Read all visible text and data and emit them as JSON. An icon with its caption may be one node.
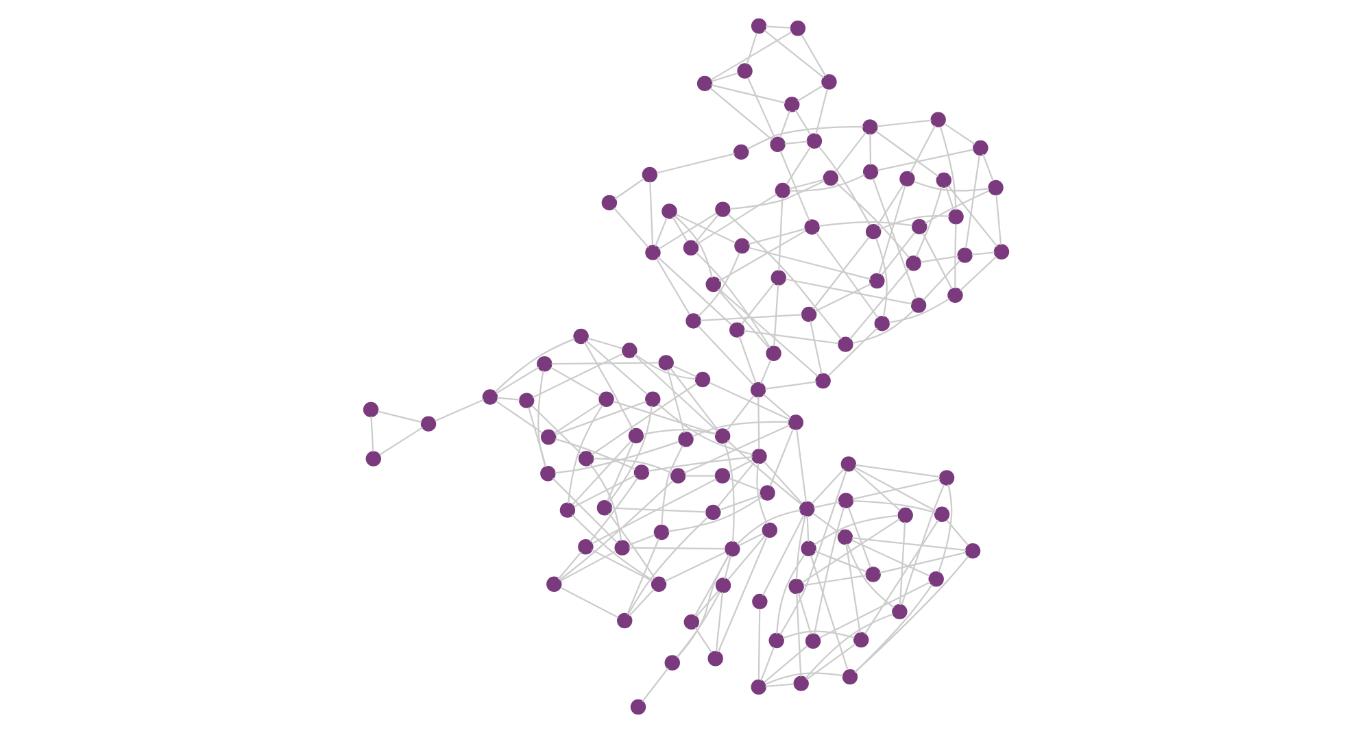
{
  "diagram": {
    "nodes": [
      {
        "text": [],
        "shape": "circle"
      },
      {
        "text": [],
        "shape": "circle"
      },
      {
        "text": [],
        "shape": "circle"
      },
      {
        "text": [],
        "shape": "circle"
      },
      {
        "text": [],
        "shape": "circle"
      },
      {
        "text": [],
        "shape": "circle"
      },
      {
        "text": [],
        "shape": "circle"
      },
      {
        "text": [],
        "shape": "circle"
      },
      {
        "text": [],
        "shape": "circle"
      },
      {
        "text": [],
        "shape": "circle"
      },
      {
        "text": [],
        "shape": "circle"
      },
      {
        "text": [],
        "shape": "circle"
      },
      {
        "text": [],
        "shape": "circle"
      },
      {
        "text": [],
        "shape": "circle"
      },
      {
        "text": [],
        "shape": "circle"
      },
      {
        "text": [],
        "shape": "circle"
      },
      {
        "text": [],
        "shape": "circle"
      },
      {
        "text": [],
        "shape": "circle"
      },
      {
        "text": [],
        "shape": "circle"
      },
      {
        "text": [],
        "shape": "circle"
      },
      {
        "text": [],
        "shape": "circle"
      },
      {
        "text": [],
        "shape": "circle"
      },
      {
        "text": [],
        "shape": "circle"
      },
      {
        "text": [],
        "shape": "circle"
      },
      {
        "text": [],
        "shape": "circle"
      },
      {
        "text": [],
        "shape": "circle"
      },
      {
        "text": [],
        "shape": "circle"
      },
      {
        "text": [],
        "shape": "circle"
      },
      {
        "text": [],
        "shape": "circle"
      },
      {
        "text": [],
        "shape": "circle"
      },
      {
        "text": [],
        "shape": "circle"
      },
      {
        "text": [],
        "shape": "circle"
      },
      {
        "text": [],
        "shape": "circle"
      },
      {
        "text": [],
        "shape": "circle"
      },
      {
        "text": [],
        "shape": "circle"
      },
      {
        "text": [],
        "shape": "circle"
      },
      {
        "text": [],
        "shape": "circle"
      },
      {
        "text": [],
        "shape": "circle"
      },
      {
        "text": [],
        "shape": "circle"
      },
      {
        "text": [],
        "shape": "circle"
      },
      {
        "text": [],
        "shape": "circle"
      },
      {
        "text": [],
        "shape": "circle"
      },
      {
        "text": [],
        "shape": "circle"
      },
      {
        "text": [],
        "shape": "circle"
      },
      {
        "text": [],
        "shape": "circle"
      },
      {
        "text": [],
        "shape": "circle"
      },
      {
        "text": [],
        "shape": "circle"
      },
      {
        "text": [],
        "shape": "circle"
      },
      {
        "text": [],
        "shape": "circle"
      },
      {
        "text": [],
        "shape": "circle"
      },
      {
        "text": [],
        "shape": "circle"
      },
      {
        "text": [],
        "shape": "circle"
      },
      {
        "text": [],
        "shape": "circle"
      },
      {
        "text": [],
        "shape": "circle"
      },
      {
        "text": [],
        "shape": "circle"
      },
      {
        "text": [],
        "shape": "circle"
      },
      {
        "text": [],
        "shape": "circle"
      },
      {
        "text": [],
        "shape": "circle"
      },
      {
        "text": [],
        "shape": "circle"
      },
      {
        "text": [],
        "shape": "circle"
      },
      {
        "text": [],
        "shape": "circle"
      },
      {
        "text": [],
        "shape": "circle"
      },
      {
        "text": [],
        "shape": "circle"
      },
      {
        "text": [],
        "shape": "circle"
      },
      {
        "text": [],
        "shape": "circle"
      },
      {
        "text": [],
        "shape": "circle"
      },
      {
        "text": [],
        "shape": "circle"
      },
      {
        "text": [],
        "shape": "circle"
      },
      {
        "text": [],
        "shape": "circle"
      },
      {
        "text": [],
        "shape": "circle"
      },
      {
        "text": [],
        "shape": "circle"
      },
      {
        "text": [],
        "shape": "circle"
      },
      {
        "text": [],
        "shape": "circle"
      },
      {
        "text": [],
        "shape": "circle"
      },
      {
        "text": [],
        "shape": "circle"
      },
      {
        "text": [],
        "shape": "circle"
      },
      {
        "text": [],
        "shape": "circle"
      },
      {
        "text": [],
        "shape": "circle"
      },
      {
        "text": [],
        "shape": "circle"
      },
      {
        "text": [],
        "shape": "circle"
      },
      {
        "text": [],
        "shape": "circle"
      },
      {
        "text": [],
        "shape": "circle"
      },
      {
        "text": [],
        "shape": "circle"
      },
      {
        "text": [],
        "shape": "circle"
      },
      {
        "text": [],
        "shape": "circle"
      },
      {
        "text": [],
        "shape": "circle"
      },
      {
        "text": [],
        "shape": "circle"
      },
      {
        "text": [],
        "shape": "circle"
      },
      {
        "text": [],
        "shape": "circle"
      },
      {
        "text": [],
        "shape": "circle"
      },
      {
        "text": [],
        "shape": "circle"
      },
      {
        "text": [],
        "shape": "circle"
      },
      {
        "text": [],
        "shape": "circle"
      },
      {
        "text": [],
        "shape": "circle"
      },
      {
        "text": [],
        "shape": "circle"
      },
      {
        "text": [],
        "shape": "circle"
      },
      {
        "text": [],
        "shape": "circle"
      },
      {
        "text": [],
        "shape": "circle"
      },
      {
        "text": [],
        "shape": "circle"
      },
      {
        "text": [],
        "shape": "circle"
      },
      {
        "text": [],
        "shape": "circle"
      },
      {
        "text": [],
        "shape": "circle"
      },
      {
        "text": [],
        "shape": "circle"
      },
      {
        "text": [],
        "shape": "circle"
      },
      {
        "text": [],
        "shape": "circle"
      }
    ],
    "edges": [
      {
        "from": 0,
        "to": 1,
        "arrow": "none"
      },
      {
        "from": 0,
        "to": 5,
        "arrow": "none"
      },
      {
        "from": 1,
        "to": 2,
        "arrow": "none"
      },
      {
        "from": 1,
        "to": 6,
        "arrow": "none"
      },
      {
        "from": 2,
        "to": 3,
        "arrow": "none"
      },
      {
        "from": 2,
        "to": 7,
        "arrow": "none"
      },
      {
        "from": 3,
        "to": 4,
        "arrow": "none"
      },
      {
        "from": 3,
        "to": 8,
        "arrow": "none"
      },
      {
        "from": 4,
        "to": 5,
        "arrow": "none"
      },
      {
        "from": 4,
        "to": 9,
        "arrow": "none"
      },
      {
        "from": 5,
        "to": 6,
        "arrow": "none"
      },
      {
        "from": 5,
        "to": 10,
        "arrow": "none"
      },
      {
        "from": 6,
        "to": 7,
        "arrow": "none"
      },
      {
        "from": 6,
        "to": 11,
        "arrow": "none"
      },
      {
        "from": 7,
        "to": 8,
        "arrow": "none"
      },
      {
        "from": 7,
        "to": 12,
        "arrow": "none"
      },
      {
        "from": 8,
        "to": 9,
        "arrow": "none"
      },
      {
        "from": 8,
        "to": 13,
        "arrow": "none"
      },
      {
        "from": 9,
        "to": 10,
        "arrow": "none"
      },
      {
        "from": 9,
        "to": 14,
        "arrow": "none"
      },
      {
        "from": 10,
        "to": 11,
        "arrow": "none"
      },
      {
        "from": 10,
        "to": 15,
        "arrow": "none"
      },
      {
        "from": 11,
        "to": 12,
        "arrow": "none"
      },
      {
        "from": 11,
        "to": 16,
        "arrow": "none"
      },
      {
        "from": 12,
        "to": 13,
        "arrow": "none"
      },
      {
        "from": 12,
        "to": 17,
        "arrow": "none"
      },
      {
        "from": 13,
        "to": 14,
        "arrow": "none"
      },
      {
        "from": 13,
        "to": 0,
        "arrow": "none"
      },
      {
        "from": 14,
        "to": 15,
        "arrow": "none"
      },
      {
        "from": 14,
        "to": 1,
        "arrow": "none"
      },
      {
        "from": 15,
        "to": 16,
        "arrow": "none"
      },
      {
        "from": 15,
        "to": 2,
        "arrow": "none"
      },
      {
        "from": 16,
        "to": 17,
        "arrow": "none"
      },
      {
        "from": 16,
        "to": 3,
        "arrow": "none"
      },
      {
        "from": 17,
        "to": 0,
        "arrow": "none"
      },
      {
        "from": 17,
        "to": 4,
        "arrow": "none"
      },
      {
        "from": 18,
        "to": 2,
        "arrow": "none"
      },
      {
        "from": 18,
        "to": 6,
        "arrow": "none"
      },
      {
        "from": 18,
        "to": 10,
        "arrow": "none"
      },
      {
        "from": 18,
        "to": 14,
        "arrow": "none"
      },
      {
        "from": 18,
        "to": 17,
        "arrow": "none"
      },
      {
        "from": 19,
        "to": 8,
        "arrow": "none"
      },
      {
        "from": 19,
        "to": 18,
        "arrow": "none"
      },
      {
        "from": 18,
        "to": 20,
        "arrow": "none"
      },
      {
        "from": 18,
        "to": 25,
        "arrow": "none"
      },
      {
        "from": 18,
        "to": 30,
        "arrow": "none"
      },
      {
        "from": 18,
        "to": 50,
        "arrow": "none"
      },
      {
        "from": 20,
        "to": 21,
        "arrow": "none"
      },
      {
        "from": 20,
        "to": 27,
        "arrow": "none"
      },
      {
        "from": 21,
        "to": 22,
        "arrow": "none"
      },
      {
        "from": 21,
        "to": 28,
        "arrow": "none"
      },
      {
        "from": 22,
        "to": 23,
        "arrow": "none"
      },
      {
        "from": 22,
        "to": 29,
        "arrow": "none"
      },
      {
        "from": 23,
        "to": 24,
        "arrow": "none"
      },
      {
        "from": 23,
        "to": 30,
        "arrow": "none"
      },
      {
        "from": 24,
        "to": 25,
        "arrow": "none"
      },
      {
        "from": 24,
        "to": 31,
        "arrow": "none"
      },
      {
        "from": 25,
        "to": 26,
        "arrow": "none"
      },
      {
        "from": 25,
        "to": 32,
        "arrow": "none"
      },
      {
        "from": 26,
        "to": 27,
        "arrow": "none"
      },
      {
        "from": 26,
        "to": 33,
        "arrow": "none"
      },
      {
        "from": 27,
        "to": 28,
        "arrow": "none"
      },
      {
        "from": 27,
        "to": 34,
        "arrow": "none"
      },
      {
        "from": 28,
        "to": 29,
        "arrow": "none"
      },
      {
        "from": 28,
        "to": 35,
        "arrow": "none"
      },
      {
        "from": 29,
        "to": 30,
        "arrow": "none"
      },
      {
        "from": 29,
        "to": 36,
        "arrow": "none"
      },
      {
        "from": 30,
        "to": 31,
        "arrow": "none"
      },
      {
        "from": 30,
        "to": 37,
        "arrow": "none"
      },
      {
        "from": 31,
        "to": 32,
        "arrow": "none"
      },
      {
        "from": 31,
        "to": 38,
        "arrow": "none"
      },
      {
        "from": 32,
        "to": 33,
        "arrow": "none"
      },
      {
        "from": 32,
        "to": 39,
        "arrow": "none"
      },
      {
        "from": 33,
        "to": 34,
        "arrow": "none"
      },
      {
        "from": 33,
        "to": 40,
        "arrow": "none"
      },
      {
        "from": 34,
        "to": 35,
        "arrow": "none"
      },
      {
        "from": 34,
        "to": 41,
        "arrow": "none"
      },
      {
        "from": 35,
        "to": 36,
        "arrow": "none"
      },
      {
        "from": 35,
        "to": 42,
        "arrow": "none"
      },
      {
        "from": 36,
        "to": 37,
        "arrow": "none"
      },
      {
        "from": 36,
        "to": 43,
        "arrow": "none"
      },
      {
        "from": 37,
        "to": 38,
        "arrow": "none"
      },
      {
        "from": 37,
        "to": 44,
        "arrow": "none"
      },
      {
        "from": 38,
        "to": 39,
        "arrow": "none"
      },
      {
        "from": 38,
        "to": 45,
        "arrow": "none"
      },
      {
        "from": 39,
        "to": 40,
        "arrow": "none"
      },
      {
        "from": 39,
        "to": 46,
        "arrow": "none"
      },
      {
        "from": 40,
        "to": 41,
        "arrow": "none"
      },
      {
        "from": 40,
        "to": 47,
        "arrow": "none"
      },
      {
        "from": 41,
        "to": 42,
        "arrow": "none"
      },
      {
        "from": 41,
        "to": 48,
        "arrow": "none"
      },
      {
        "from": 42,
        "to": 43,
        "arrow": "none"
      },
      {
        "from": 42,
        "to": 49,
        "arrow": "none"
      },
      {
        "from": 43,
        "to": 44,
        "arrow": "none"
      },
      {
        "from": 43,
        "to": 20,
        "arrow": "none"
      },
      {
        "from": 44,
        "to": 45,
        "arrow": "none"
      },
      {
        "from": 44,
        "to": 21,
        "arrow": "none"
      },
      {
        "from": 45,
        "to": 46,
        "arrow": "none"
      },
      {
        "from": 45,
        "to": 22,
        "arrow": "none"
      },
      {
        "from": 46,
        "to": 47,
        "arrow": "none"
      },
      {
        "from": 46,
        "to": 23,
        "arrow": "none"
      },
      {
        "from": 47,
        "to": 48,
        "arrow": "none"
      },
      {
        "from": 47,
        "to": 24,
        "arrow": "none"
      },
      {
        "from": 48,
        "to": 49,
        "arrow": "none"
      },
      {
        "from": 48,
        "to": 25,
        "arrow": "none"
      },
      {
        "from": 49,
        "to": 20,
        "arrow": "none"
      },
      {
        "from": 49,
        "to": 26,
        "arrow": "none"
      },
      {
        "from": 50,
        "to": 30,
        "arrow": "none"
      },
      {
        "from": 50,
        "to": 35,
        "arrow": "none"
      },
      {
        "from": 50,
        "to": 40,
        "arrow": "none"
      },
      {
        "from": 50,
        "to": 51,
        "arrow": "none"
      },
      {
        "from": 50,
        "to": 52,
        "arrow": "none"
      },
      {
        "from": 50,
        "to": 53,
        "arrow": "none"
      },
      {
        "from": 51,
        "to": 54,
        "arrow": "none"
      },
      {
        "from": 51,
        "to": 53,
        "arrow": "none"
      },
      {
        "from": 52,
        "to": 53,
        "arrow": "none"
      },
      {
        "from": 52,
        "to": 54,
        "arrow": "none"
      },
      {
        "from": 53,
        "to": 54,
        "arrow": "none"
      },
      {
        "from": 53,
        "to": 55,
        "arrow": "none"
      },
      {
        "from": 55,
        "to": 56,
        "arrow": "none"
      },
      {
        "from": 50,
        "to": 55,
        "arrow": "none"
      },
      {
        "from": 52,
        "to": 20,
        "arrow": "none"
      },
      {
        "from": 57,
        "to": 45,
        "arrow": "none"
      },
      {
        "from": 57,
        "to": 58,
        "arrow": "none"
      },
      {
        "from": 57,
        "to": 59,
        "arrow": "none"
      },
      {
        "from": 58,
        "to": 59,
        "arrow": "none"
      },
      {
        "from": 20,
        "to": 60,
        "arrow": "none"
      },
      {
        "from": 30,
        "to": 60,
        "arrow": "none"
      },
      {
        "from": 25,
        "to": 60,
        "arrow": "none"
      },
      {
        "from": 60,
        "to": 61,
        "arrow": "none"
      },
      {
        "from": 60,
        "to": 68,
        "arrow": "none"
      },
      {
        "from": 61,
        "to": 62,
        "arrow": "none"
      },
      {
        "from": 61,
        "to": 69,
        "arrow": "none"
      },
      {
        "from": 62,
        "to": 63,
        "arrow": "none"
      },
      {
        "from": 62,
        "to": 70,
        "arrow": "none"
      },
      {
        "from": 63,
        "to": 64,
        "arrow": "none"
      },
      {
        "from": 63,
        "to": 71,
        "arrow": "none"
      },
      {
        "from": 64,
        "to": 65,
        "arrow": "none"
      },
      {
        "from": 64,
        "to": 72,
        "arrow": "none"
      },
      {
        "from": 65,
        "to": 66,
        "arrow": "none"
      },
      {
        "from": 65,
        "to": 73,
        "arrow": "none"
      },
      {
        "from": 66,
        "to": 67,
        "arrow": "none"
      },
      {
        "from": 66,
        "to": 74,
        "arrow": "none"
      },
      {
        "from": 67,
        "to": 68,
        "arrow": "none"
      },
      {
        "from": 67,
        "to": 75,
        "arrow": "none"
      },
      {
        "from": 68,
        "to": 69,
        "arrow": "none"
      },
      {
        "from": 68,
        "to": 76,
        "arrow": "none"
      },
      {
        "from": 69,
        "to": 70,
        "arrow": "none"
      },
      {
        "from": 69,
        "to": 77,
        "arrow": "none"
      },
      {
        "from": 70,
        "to": 71,
        "arrow": "none"
      },
      {
        "from": 70,
        "to": 78,
        "arrow": "none"
      },
      {
        "from": 71,
        "to": 72,
        "arrow": "none"
      },
      {
        "from": 71,
        "to": 79,
        "arrow": "none"
      },
      {
        "from": 72,
        "to": 73,
        "arrow": "none"
      },
      {
        "from": 72,
        "to": 80,
        "arrow": "none"
      },
      {
        "from": 73,
        "to": 74,
        "arrow": "none"
      },
      {
        "from": 73,
        "to": 81,
        "arrow": "none"
      },
      {
        "from": 74,
        "to": 75,
        "arrow": "none"
      },
      {
        "from": 74,
        "to": 82,
        "arrow": "none"
      },
      {
        "from": 75,
        "to": 76,
        "arrow": "none"
      },
      {
        "from": 75,
        "to": 83,
        "arrow": "none"
      },
      {
        "from": 76,
        "to": 77,
        "arrow": "none"
      },
      {
        "from": 76,
        "to": 84,
        "arrow": "none"
      },
      {
        "from": 77,
        "to": 78,
        "arrow": "none"
      },
      {
        "from": 77,
        "to": 85,
        "arrow": "none"
      },
      {
        "from": 78,
        "to": 79,
        "arrow": "none"
      },
      {
        "from": 78,
        "to": 86,
        "arrow": "none"
      },
      {
        "from": 79,
        "to": 80,
        "arrow": "none"
      },
      {
        "from": 79,
        "to": 87,
        "arrow": "none"
      },
      {
        "from": 80,
        "to": 81,
        "arrow": "none"
      },
      {
        "from": 80,
        "to": 88,
        "arrow": "none"
      },
      {
        "from": 81,
        "to": 82,
        "arrow": "none"
      },
      {
        "from": 81,
        "to": 89,
        "arrow": "none"
      },
      {
        "from": 82,
        "to": 83,
        "arrow": "none"
      },
      {
        "from": 82,
        "to": 90,
        "arrow": "none"
      },
      {
        "from": 83,
        "to": 84,
        "arrow": "none"
      },
      {
        "from": 83,
        "to": 91,
        "arrow": "none"
      },
      {
        "from": 84,
        "to": 85,
        "arrow": "none"
      },
      {
        "from": 84,
        "to": 92,
        "arrow": "none"
      },
      {
        "from": 85,
        "to": 86,
        "arrow": "none"
      },
      {
        "from": 85,
        "to": 93,
        "arrow": "none"
      },
      {
        "from": 86,
        "to": 87,
        "arrow": "none"
      },
      {
        "from": 86,
        "to": 60,
        "arrow": "none"
      },
      {
        "from": 87,
        "to": 88,
        "arrow": "none"
      },
      {
        "from": 87,
        "to": 61,
        "arrow": "none"
      },
      {
        "from": 88,
        "to": 89,
        "arrow": "none"
      },
      {
        "from": 88,
        "to": 62,
        "arrow": "none"
      },
      {
        "from": 89,
        "to": 90,
        "arrow": "none"
      },
      {
        "from": 89,
        "to": 63,
        "arrow": "none"
      },
      {
        "from": 90,
        "to": 91,
        "arrow": "none"
      },
      {
        "from": 90,
        "to": 64,
        "arrow": "none"
      },
      {
        "from": 91,
        "to": 92,
        "arrow": "none"
      },
      {
        "from": 91,
        "to": 65,
        "arrow": "none"
      },
      {
        "from": 92,
        "to": 93,
        "arrow": "none"
      },
      {
        "from": 92,
        "to": 66,
        "arrow": "none"
      },
      {
        "from": 93,
        "to": 60,
        "arrow": "none"
      },
      {
        "from": 93,
        "to": 67,
        "arrow": "none"
      },
      {
        "from": 94,
        "to": 82,
        "arrow": "none"
      },
      {
        "from": 94,
        "to": 96,
        "arrow": "none"
      },
      {
        "from": 95,
        "to": 85,
        "arrow": "none"
      },
      {
        "from": 95,
        "to": 96,
        "arrow": "none"
      },
      {
        "from": 96,
        "to": 85,
        "arrow": "none"
      },
      {
        "from": 97,
        "to": 75,
        "arrow": "none"
      },
      {
        "from": 98,
        "to": 70,
        "arrow": "none"
      },
      {
        "from": 97,
        "to": 88,
        "arrow": "none"
      },
      {
        "from": 97,
        "to": 98,
        "arrow": "none"
      },
      {
        "from": 97,
        "to": 99,
        "arrow": "none"
      },
      {
        "from": 98,
        "to": 99,
        "arrow": "none"
      },
      {
        "from": 98,
        "to": 100,
        "arrow": "none"
      },
      {
        "from": 99,
        "to": 101,
        "arrow": "none"
      },
      {
        "from": 100,
        "to": 101,
        "arrow": "none"
      },
      {
        "from": 100,
        "to": 102,
        "arrow": "none"
      },
      {
        "from": 101,
        "to": 103,
        "arrow": "none"
      },
      {
        "from": 102,
        "to": 103,
        "arrow": "none"
      },
      {
        "from": 102,
        "to": 104,
        "arrow": "none"
      },
      {
        "from": 103,
        "to": 104,
        "arrow": "none"
      },
      {
        "from": 104,
        "to": 97,
        "arrow": "none"
      },
      {
        "from": 99,
        "to": 104,
        "arrow": "none"
      },
      {
        "from": 101,
        "to": 98,
        "arrow": "none"
      }
    ]
  }
}
